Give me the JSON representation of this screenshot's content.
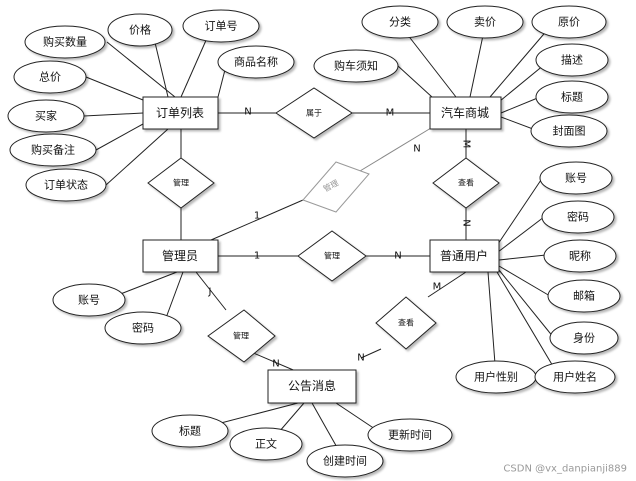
{
  "entities": {
    "order_list": "订单列表",
    "car_mall": "汽车商城",
    "admin": "管理员",
    "user": "普通用户",
    "notice": "公告消息"
  },
  "relationships": {
    "belongs": "属于",
    "manage_order": "管理",
    "manage_mall": "管理",
    "manage_user": "管理",
    "manage_notice": "管理",
    "view_mall": "查看",
    "view_notice": "查看"
  },
  "attributes": {
    "order_list": [
      "购买数量",
      "价格",
      "订单号",
      "商品名称",
      "总价",
      "买家",
      "购买备注",
      "订单状态"
    ],
    "car_mall": [
      "分类",
      "卖价",
      "原价",
      "购车须知",
      "描述",
      "标题",
      "封面图"
    ],
    "admin": [
      "账号",
      "密码"
    ],
    "user": [
      "账号",
      "密码",
      "昵称",
      "邮箱",
      "身份",
      "用户性别",
      "用户姓名"
    ],
    "notice": [
      "标题",
      "正文",
      "创建时间",
      "更新时间"
    ]
  },
  "cardinalities": {
    "order_belongs": "N",
    "mall_belongs": "M",
    "mall_view": "M",
    "user_view": "N",
    "admin_mall": "1",
    "mall_admin": "N",
    "admin_user": "1",
    "user_admin": "N",
    "admin_notice": "J",
    "notice_admin": "N",
    "notice_user": "N",
    "user_notice": "M"
  },
  "watermark": "CSDN @vx_danpianji889"
}
